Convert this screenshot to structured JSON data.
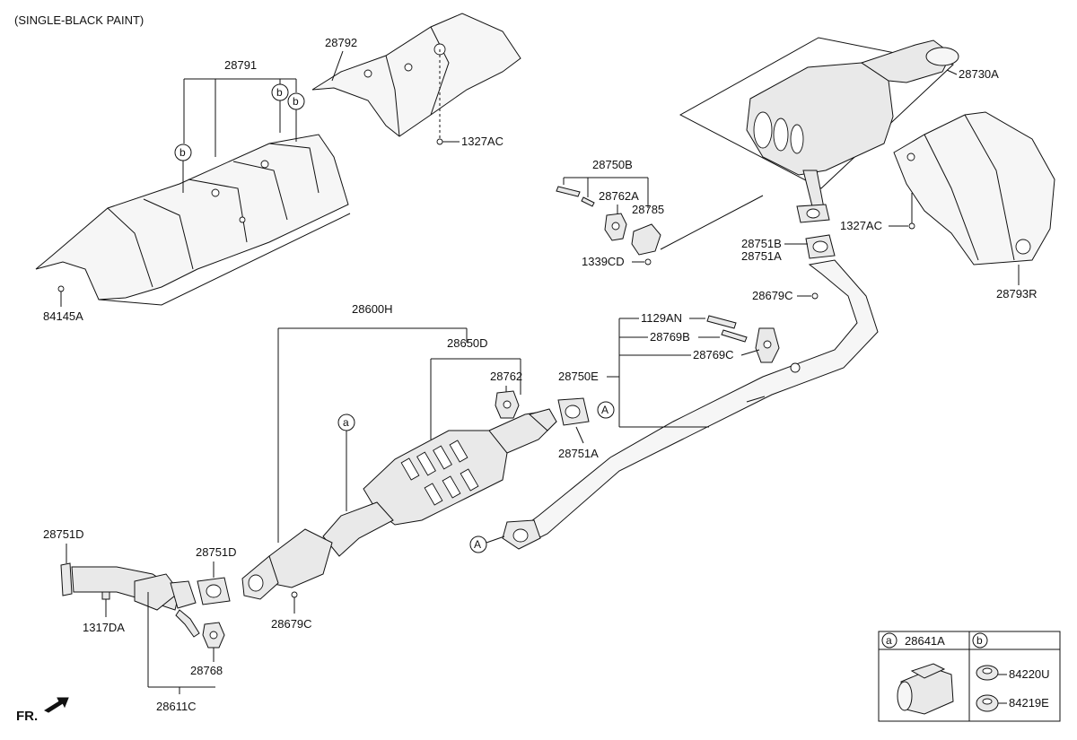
{
  "note": "(SINGLE-BLACK PAINT)",
  "direction_label": "FR.",
  "circle_markers": {
    "a": "a",
    "b": "b",
    "A": "A"
  },
  "parts": {
    "p28791": "28791",
    "p28792": "28792",
    "p1327AC_top": "1327AC",
    "p84145A": "84145A",
    "p28730A": "28730A",
    "p28750B": "28750B",
    "p28762A": "28762A",
    "p28785": "28785",
    "p1339CD": "1339CD",
    "p28751B": "28751B",
    "p28751A_top": "28751A",
    "p28679C_top": "28679C",
    "p1327AC_right": "1327AC",
    "p28793R": "28793R",
    "p28600H": "28600H",
    "p28650D": "28650D",
    "p28762": "28762",
    "p1129AN": "1129AN",
    "p28769B": "28769B",
    "p28769C": "28769C",
    "p28750E": "28750E",
    "p28751A_mid": "28751A",
    "p28751D_left": "28751D",
    "p1317DA": "1317DA",
    "p28751D_mid": "28751D",
    "p28679C_bottom": "28679C",
    "p28768": "28768",
    "p28611C": "28611C"
  },
  "legend": {
    "a_marker": "a",
    "a_part": "28641A",
    "b_marker": "b",
    "b_part1": "84220U",
    "b_part2": "84219E"
  }
}
